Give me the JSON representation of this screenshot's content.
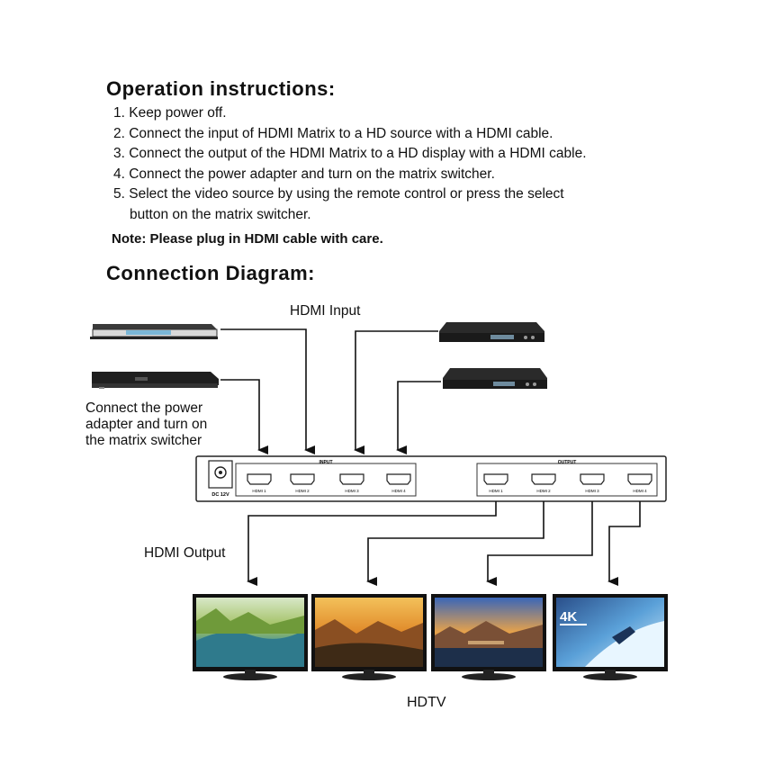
{
  "operation": {
    "title": "Operation instructions:",
    "steps": [
      "1. Keep power off.",
      "2. Connect the input of HDMI Matrix to a HD source with a HDMI cable.",
      "3. Connect the output of the HDMI Matrix to a HD display with a HDMI cable.",
      "4. Connect the power adapter and turn on the matrix switcher.",
      "5. Select the video source by using the remote control or press the select",
      "button on the matrix switcher."
    ],
    "note": "Note: Please plug in HDMI cable with care."
  },
  "diagram": {
    "title": "Connection Diagram:",
    "input_label": "HDMI Input",
    "output_label": "HDMI Output",
    "power_label": [
      "Connect the power",
      "adapter and turn on",
      "the matrix switcher"
    ],
    "display_label": "HDTV",
    "device": {
      "input_group": "INPUT",
      "output_group": "OUTPUT",
      "dc_label": "DC 12V",
      "inputs": [
        "HDMI 1",
        "HDMI 2",
        "HDMI 3",
        "HDMI 4"
      ],
      "outputs": [
        "HDMI 1",
        "HDMI 2",
        "HDMI 3",
        "HDMI 4"
      ]
    },
    "tv_badge": "4K"
  }
}
